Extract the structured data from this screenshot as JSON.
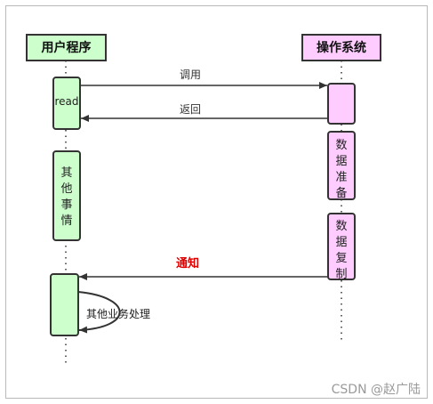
{
  "participants": {
    "user": {
      "label": "用户程序"
    },
    "os": {
      "label": "操作系统"
    }
  },
  "user_boxes": {
    "read": "read",
    "other": [
      "其",
      "他",
      "事",
      "情"
    ]
  },
  "os_boxes": {
    "prepare": [
      "数",
      "据",
      "准",
      "备"
    ],
    "copy": [
      "数",
      "据",
      "复",
      "制"
    ]
  },
  "messages": {
    "call": "调用",
    "return": "返回",
    "notify": "通知",
    "self": "其他业务处理"
  },
  "watermark": "CSDN @赵广陆",
  "colors": {
    "user_fill": "#ccffcc",
    "os_fill": "#ffccff",
    "stroke": "#333333",
    "notify_text": "#e00000"
  }
}
